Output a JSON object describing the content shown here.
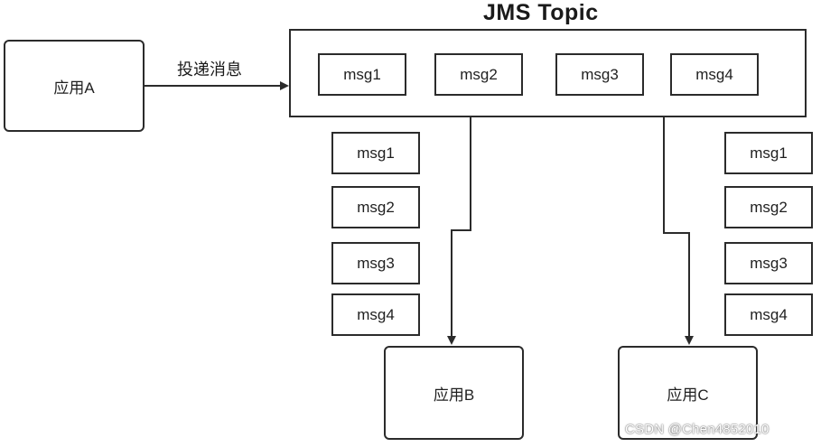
{
  "diagram": {
    "title": "JMS Topic",
    "edge_label": "投递消息",
    "nodes": {
      "app_a": "应用A",
      "app_b": "应用B",
      "app_c": "应用C"
    },
    "topic_messages": [
      "msg1",
      "msg2",
      "msg3",
      "msg4"
    ],
    "subscriber_b_messages": [
      "msg1",
      "msg2",
      "msg3",
      "msg4"
    ],
    "subscriber_c_messages": [
      "msg1",
      "msg2",
      "msg3",
      "msg4"
    ],
    "watermark": "CSDN @Chen4852010"
  },
  "colors": {
    "stroke": "#2b2b2b",
    "background": "#ffffff"
  }
}
